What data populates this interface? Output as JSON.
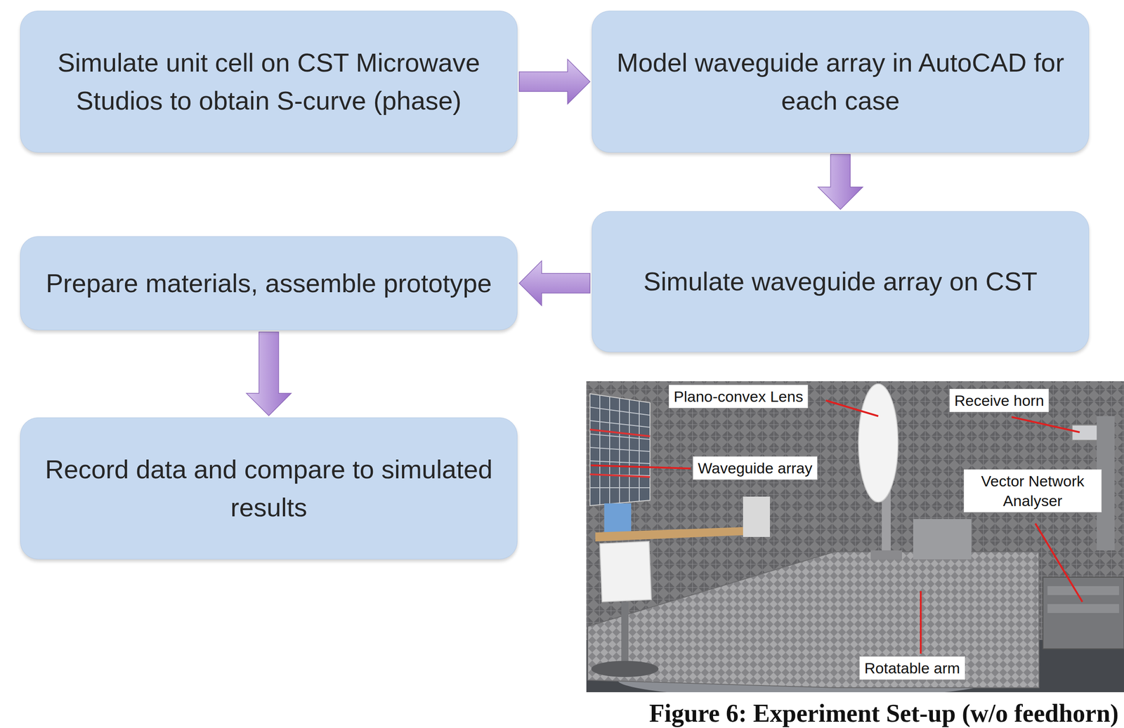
{
  "diagram": {
    "caption": "Figure 6: Experiment Set-up (w/o feedhorn)",
    "nodes": [
      {
        "text": [
          "Simulate unit cell on CST Microwave Studios to obtain S-curve (phase)"
        ]
      },
      {
        "text": [
          "Model waveguide array in AutoCAD for each case"
        ]
      },
      {
        "text": [
          "Simulate waveguide array on CST"
        ]
      },
      {
        "text": [
          "Prepare materials, assemble prototype"
        ]
      },
      {
        "text": [
          "Record data and compare to simulated results"
        ]
      }
    ],
    "edges": [
      {
        "from": 0,
        "to": 1,
        "arrow": "to"
      },
      {
        "from": 1,
        "to": 2,
        "arrow": "to"
      },
      {
        "from": 2,
        "to": 3,
        "arrow": "to"
      },
      {
        "from": 3,
        "to": 4,
        "arrow": "to"
      }
    ],
    "labels": [
      "Plano-convex Lens",
      "Receive horn",
      "Waveguide array",
      "Vector Network Analyser",
      "Rotatable arm"
    ]
  }
}
